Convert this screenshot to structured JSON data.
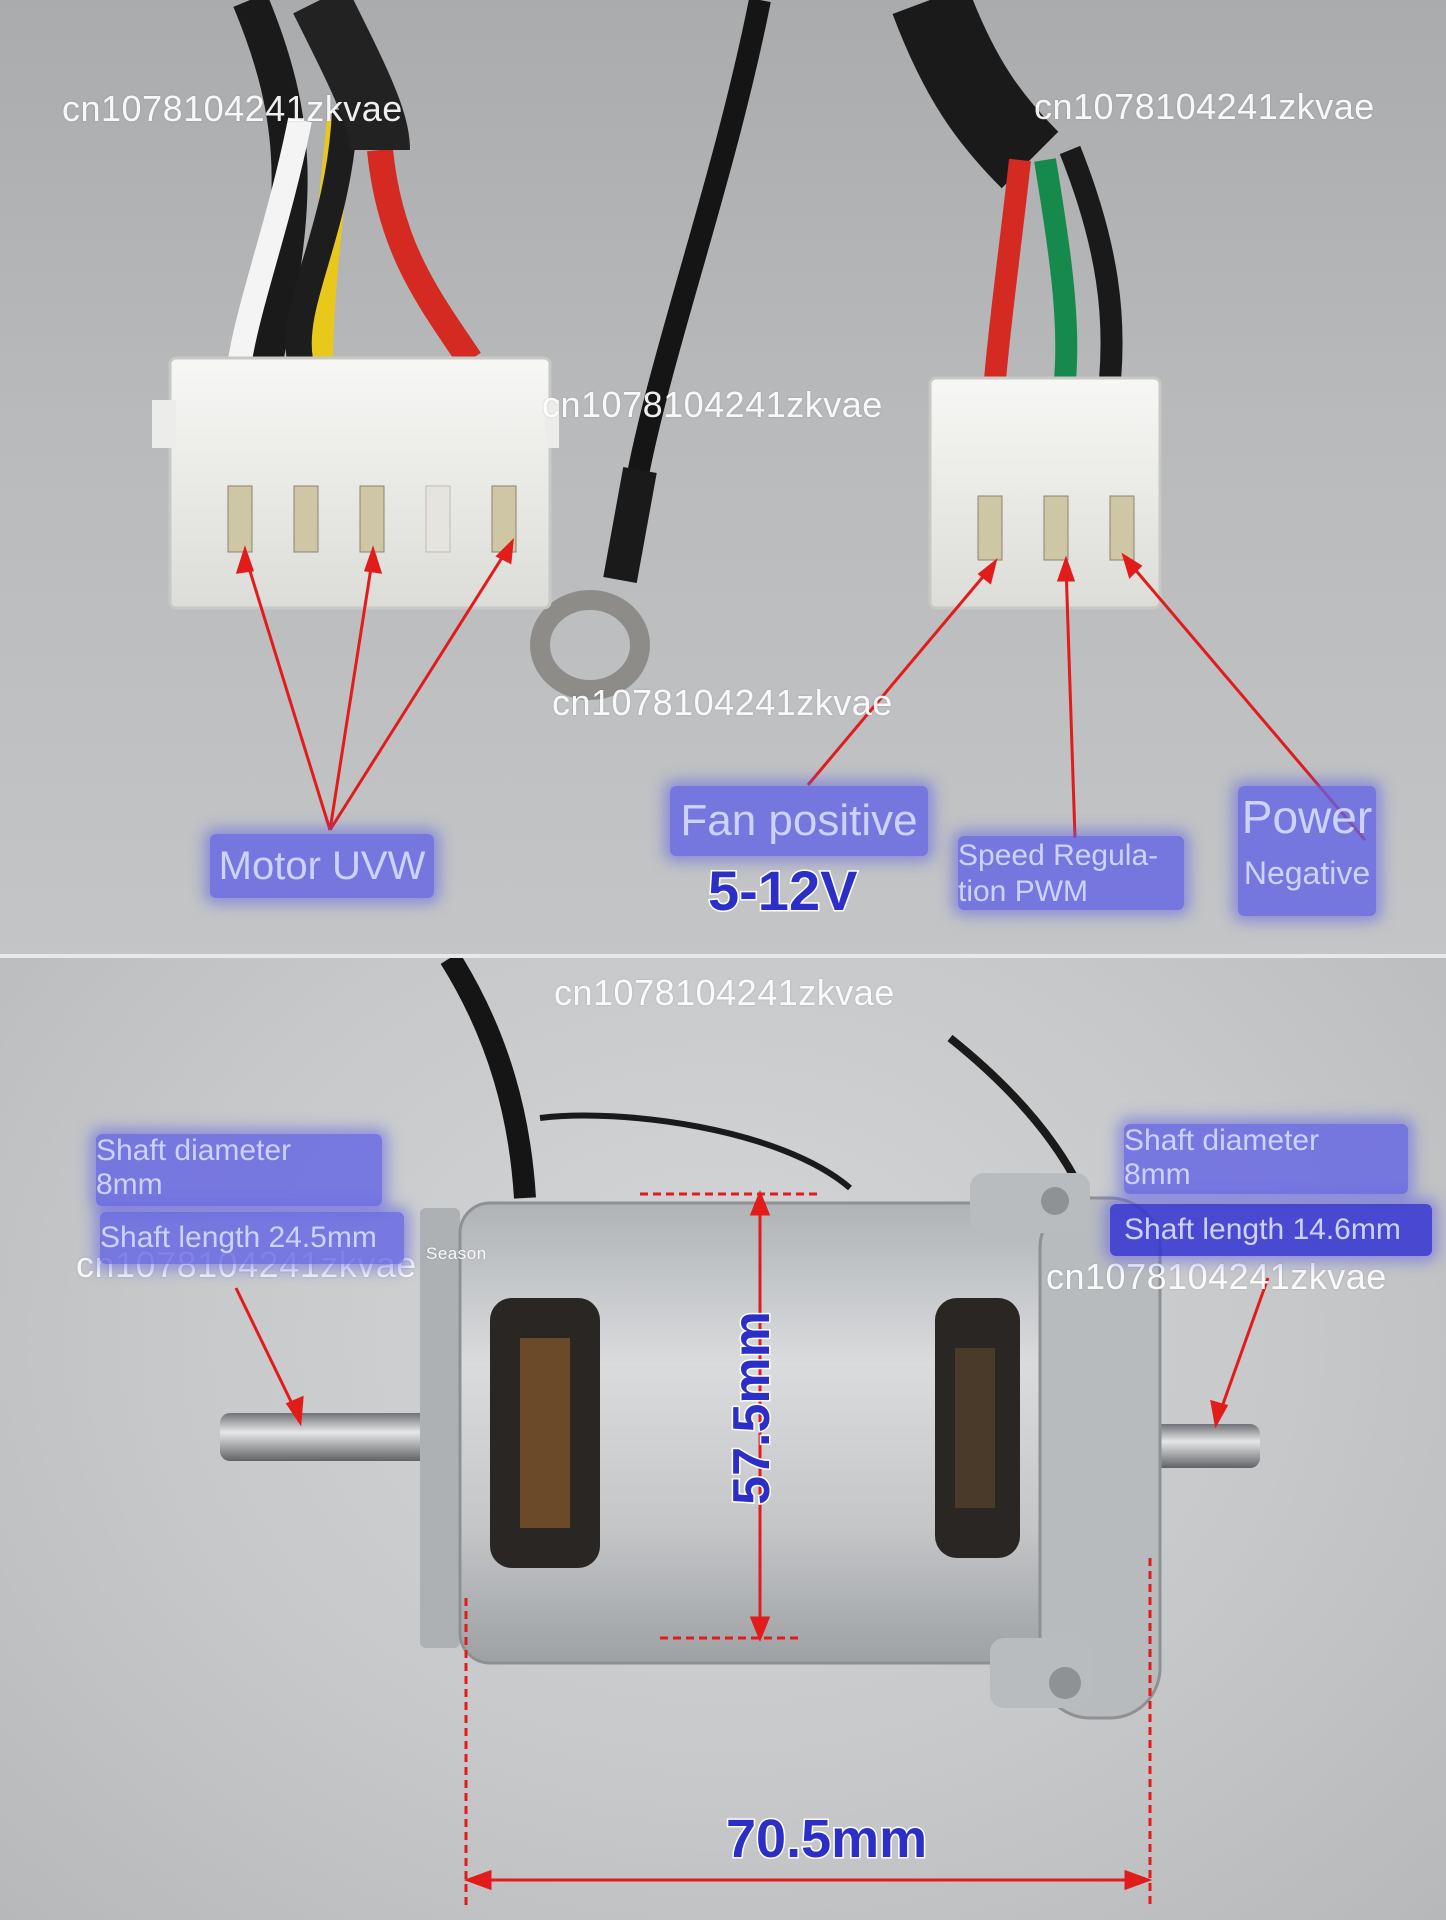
{
  "watermarks": [
    "cn1078104241zkvae",
    "cn1078104241zkvae",
    "cn1078104241zkvae",
    "cn1078104241zkvae",
    "cn1078104241zkvae",
    "cn1078104241zkvae",
    "cn1078104241zkvae"
  ],
  "labels": {
    "motor_uvw": "Motor UVW",
    "fan_positive": "Fan positive",
    "voltage": "5-12V",
    "speed_regulation_line1": "Speed Regula-",
    "speed_regulation_line2": "tion PWM",
    "power_line1": "Power",
    "power_line2": "Negative",
    "left_shaft_diameter_line1": "Shaft diameter",
    "left_shaft_diameter_line2": "8mm",
    "left_shaft_length": "Shaft length 24.5mm",
    "right_shaft_diameter_line1": "Shaft diameter",
    "right_shaft_diameter_line2": "8mm",
    "right_shaft_length": "Shaft length 14.6mm",
    "season": "Season"
  },
  "dimensions": {
    "height": "57.5mm",
    "length": "70.5mm"
  }
}
